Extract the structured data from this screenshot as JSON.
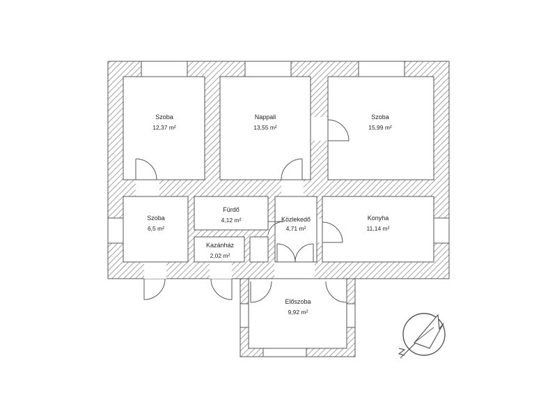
{
  "rooms": [
    {
      "name": "Szoba",
      "area": "12,37 m²"
    },
    {
      "name": "Nappali",
      "area": "13,55 m²"
    },
    {
      "name": "Szoba",
      "area": "15,99 m²"
    },
    {
      "name": "Szoba",
      "area": "6,5 m²"
    },
    {
      "name": "Fürdő",
      "area": "4,12 m²"
    },
    {
      "name": "Közlekedő",
      "area": "4,71 m²"
    },
    {
      "name": "Konyha",
      "area": "11,14 m²"
    },
    {
      "name": "Kazánház",
      "area": "2,02 m²"
    },
    {
      "name": "Előszoba",
      "area": "9,92 m²"
    }
  ],
  "colors": {
    "wall": "#555555",
    "hatch": "#999999",
    "background": "#ffffff"
  },
  "icons": {
    "compass": "north-arrow-compass-icon"
  }
}
